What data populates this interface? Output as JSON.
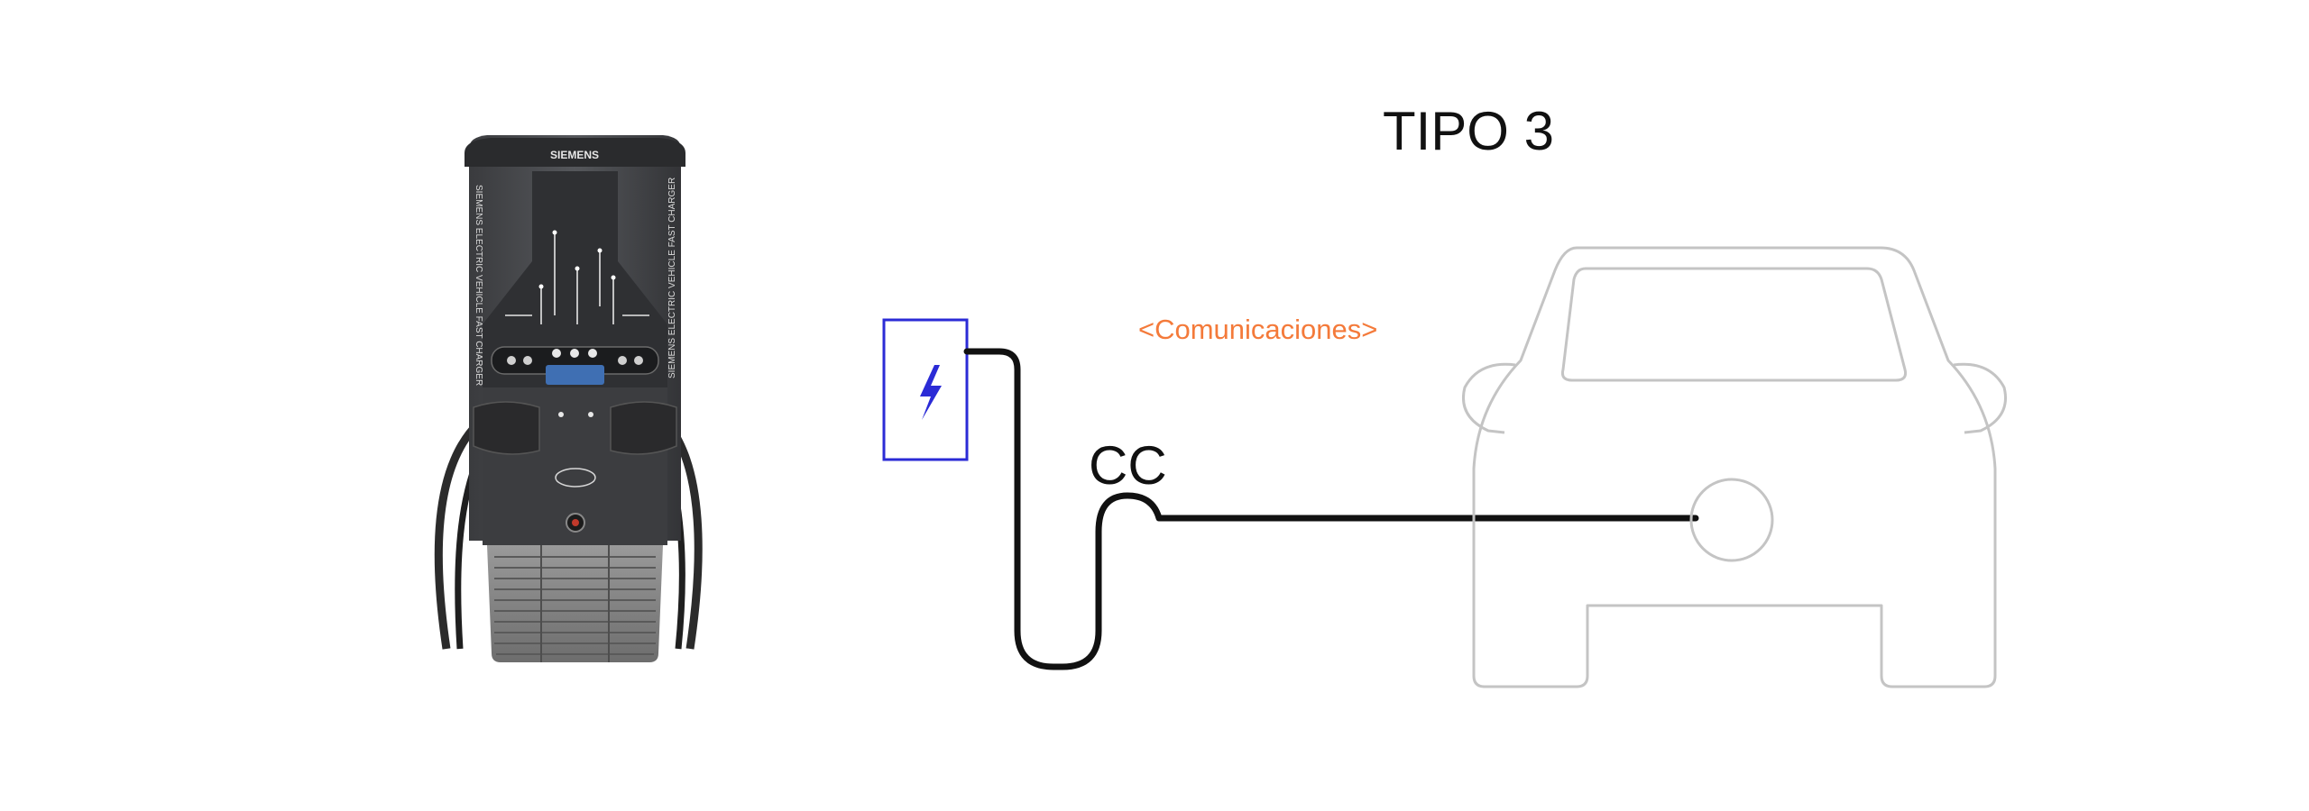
{
  "diagram": {
    "title": "TIPO 3",
    "current_label": "CC",
    "communications_label": "<Comunicaciones>"
  },
  "charger": {
    "brand": "SIEMENS",
    "side_text": "SIEMENS ELECTRIC VEHICLE FAST CHARGER"
  },
  "icons": {
    "power_source": "lightning-bolt-icon",
    "vehicle": "car-front-outline"
  },
  "colors": {
    "communications": "#f47a3a",
    "power_box": "#2b2bd6",
    "cable": "#111111",
    "car_outline": "#c4c4c4"
  }
}
